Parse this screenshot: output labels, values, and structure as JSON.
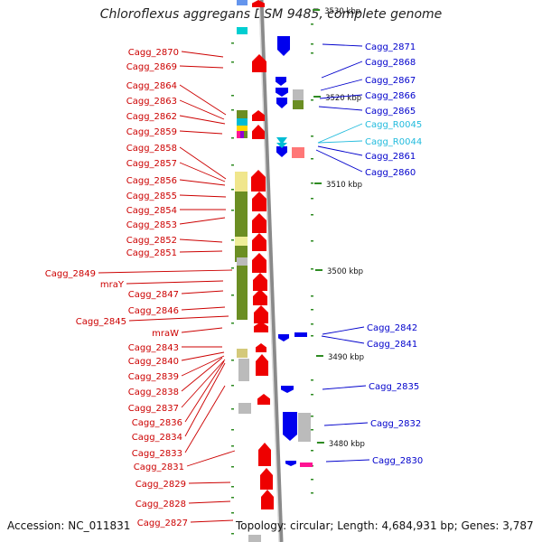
{
  "title": "Chloroflexus aggregans DSM 9485, complete genome",
  "footer": {
    "accession": "Accession: NC_011831",
    "topology": "Topology: circular; Length: 4,684,931 bp; Genes: 3,787"
  },
  "scale_labels": [
    "3530 kbp",
    "3520 kbp",
    "3510 kbp",
    "3500 kbp",
    "3490 kbp",
    "3480 kbp"
  ],
  "left_genes": [
    "Cagg_2870",
    "Cagg_2869",
    "Cagg_2864",
    "Cagg_2863",
    "Cagg_2862",
    "Cagg_2859",
    "Cagg_2858",
    "Cagg_2857",
    "Cagg_2856",
    "Cagg_2855",
    "Cagg_2854",
    "Cagg_2853",
    "Cagg_2852",
    "Cagg_2851",
    "Cagg_2849",
    "mraY",
    "Cagg_2847",
    "Cagg_2846",
    "Cagg_2845",
    "mraW",
    "Cagg_2843",
    "Cagg_2840",
    "Cagg_2839",
    "Cagg_2838",
    "Cagg_2837",
    "Cagg_2836",
    "Cagg_2834",
    "Cagg_2833",
    "Cagg_2831",
    "Cagg_2829",
    "Cagg_2828",
    "Cagg_2827"
  ],
  "right_genes": [
    {
      "label": "Cagg_2871",
      "kind": "gene"
    },
    {
      "label": "Cagg_2868",
      "kind": "gene"
    },
    {
      "label": "Cagg_2867",
      "kind": "gene"
    },
    {
      "label": "Cagg_2866",
      "kind": "gene"
    },
    {
      "label": "Cagg_2865",
      "kind": "gene"
    },
    {
      "label": "Cagg_R0045",
      "kind": "rna"
    },
    {
      "label": "Cagg_R0044",
      "kind": "rna"
    },
    {
      "label": "Cagg_2861",
      "kind": "gene"
    },
    {
      "label": "Cagg_2860",
      "kind": "gene"
    },
    {
      "label": "Cagg_2842",
      "kind": "gene"
    },
    {
      "label": "Cagg_2841",
      "kind": "gene"
    },
    {
      "label": "Cagg_2835",
      "kind": "gene"
    },
    {
      "label": "Cagg_2832",
      "kind": "gene"
    },
    {
      "label": "Cagg_2830",
      "kind": "gene"
    }
  ],
  "colors": {
    "left_label": "#cc0000",
    "right_label": "#0000cc",
    "rna_label": "#22bbdd",
    "forward_gene": "#ee0000",
    "reverse_gene": "#0000ee",
    "tick": "#2e8b22",
    "backbone": "#999999"
  }
}
